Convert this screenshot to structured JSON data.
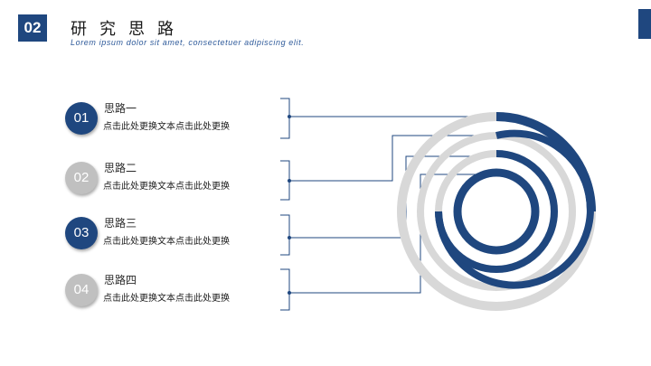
{
  "header": {
    "section_number": "02",
    "title": "研究思路",
    "subtitle": "Lorem ipsum dolor sit amet, consectetuer adipiscing elit."
  },
  "items": [
    {
      "number": "01",
      "name": "思路一",
      "description": "点击此处更换文本点击此处更换",
      "style": "dark"
    },
    {
      "number": "02",
      "name": "思路二",
      "description": "点击此处更换文本点击此处更换",
      "style": "light"
    },
    {
      "number": "03",
      "name": "思路三",
      "description": "点击此处更换文本点击此处更换",
      "style": "dark"
    },
    {
      "number": "04",
      "name": "思路四",
      "description": "点击此处更换文本点击此处更换",
      "style": "light"
    }
  ],
  "colors": {
    "primary": "#1f477f",
    "ring_gray": "#d8d8d8",
    "badge_gray": "#c0c0c0"
  }
}
